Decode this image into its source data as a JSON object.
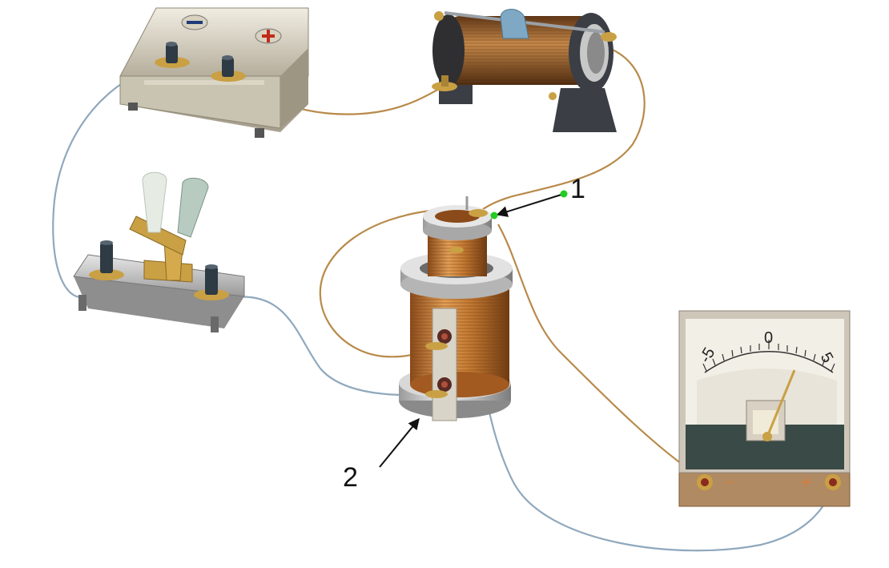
{
  "labels": {
    "callout_1": "1",
    "callout_2": "2"
  },
  "galvanometer": {
    "scale": [
      "-5",
      "0",
      "5"
    ],
    "minus_sign": "−",
    "plus_sign": "+"
  },
  "battery": {
    "minus_sign": "−",
    "plus_sign": "+"
  },
  "colors": {
    "wire_copper": "#b88a4a",
    "wire_blue": "#8fa8bd",
    "coil_copper": "#c47a32",
    "brass": "#c9a044",
    "marker_green": "#22cc22"
  }
}
